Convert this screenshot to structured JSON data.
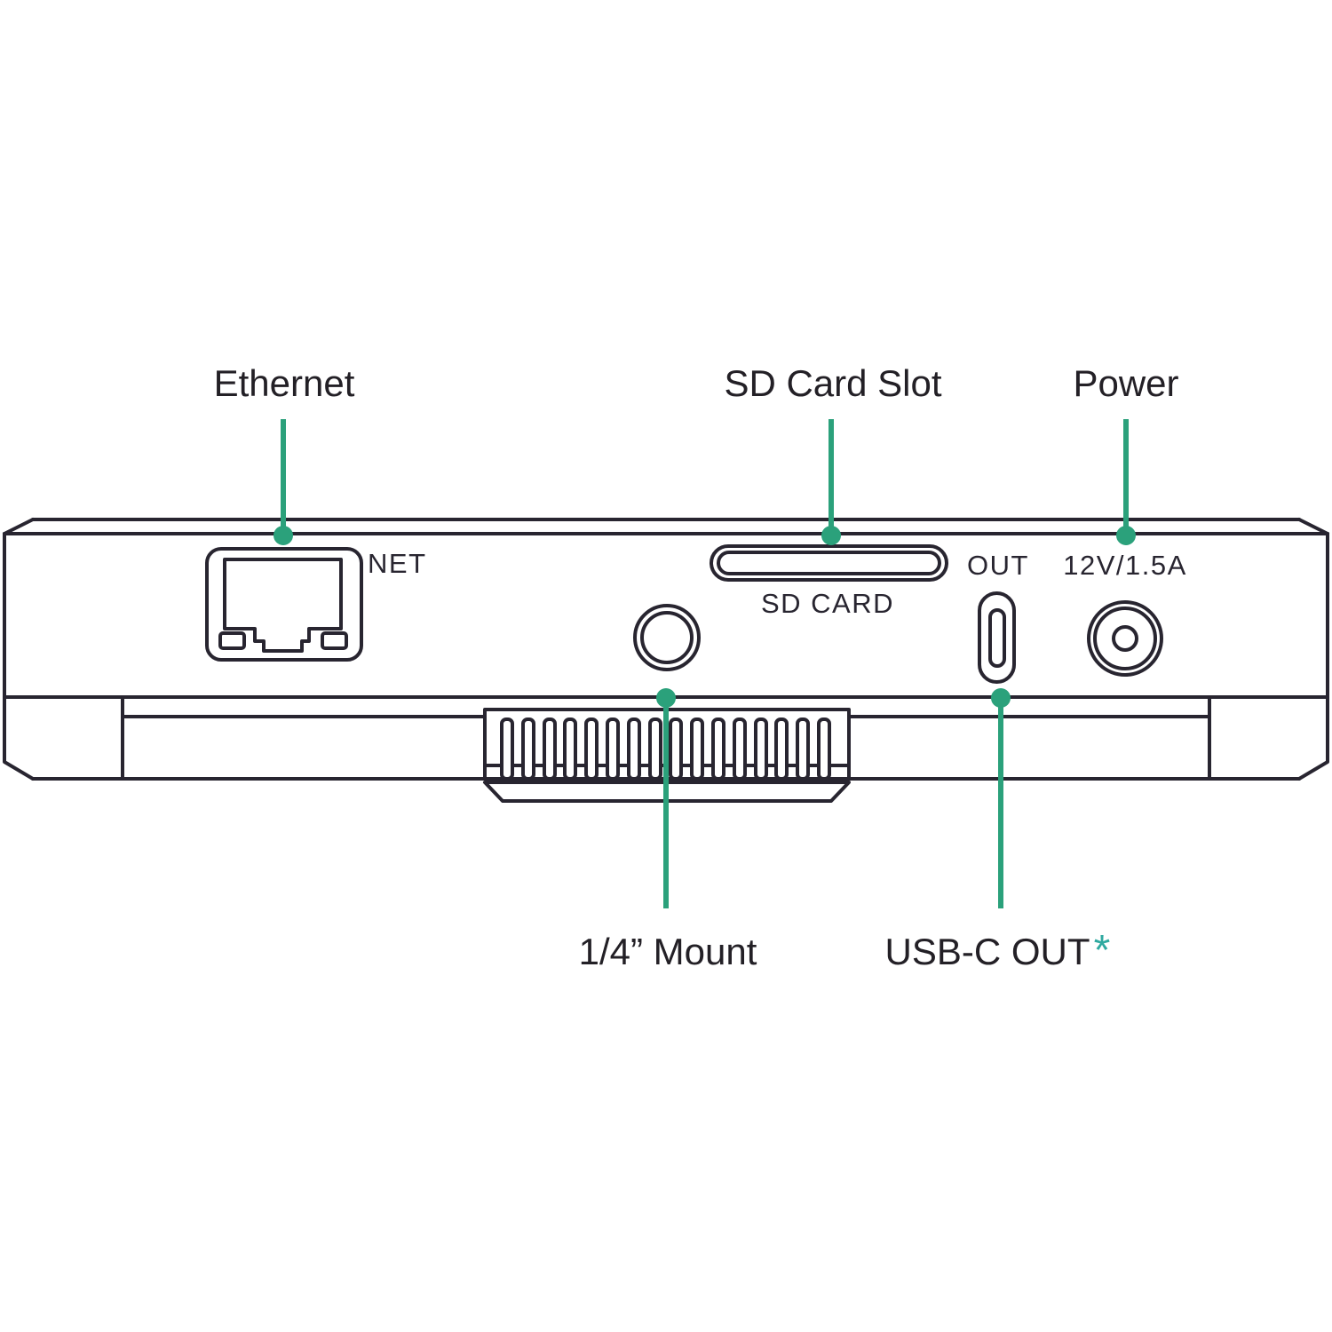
{
  "colors": {
    "accent_green": "#2ba17b",
    "asterisk_teal": "#2fa9a0",
    "line": "#282530",
    "text": "#232026",
    "background": "#ffffff"
  },
  "callouts": {
    "ethernet": {
      "label": "Ethernet"
    },
    "sd_card_slot": {
      "label": "SD Card Slot"
    },
    "power": {
      "label": "Power"
    },
    "quarter_inch_mount": {
      "label": "1/4” Mount"
    },
    "usb_c_out": {
      "label": "USB-C OUT",
      "footnote_marker": "*"
    }
  },
  "device_panel_labels": {
    "ethernet_port": "NET",
    "sd_card_slot": "SD CARD",
    "usb_c_port": "OUT",
    "power_jack": "12V/1.5A"
  }
}
